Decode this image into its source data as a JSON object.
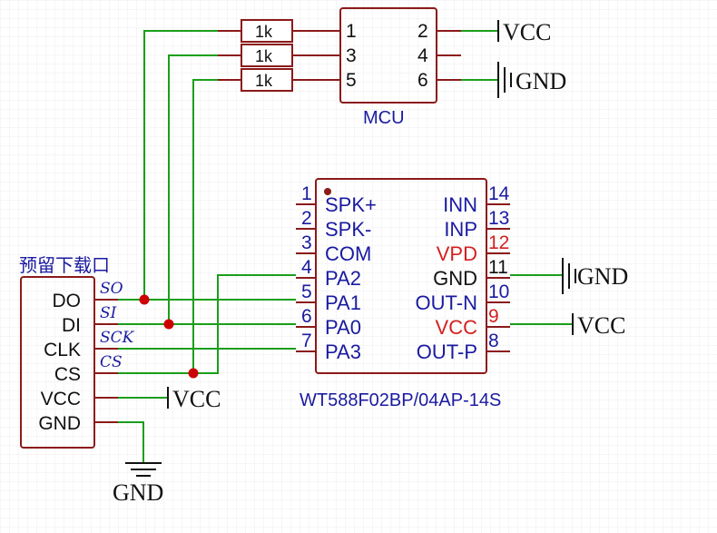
{
  "mcu": {
    "name": "MCU",
    "pins": [
      "1",
      "3",
      "5",
      "2",
      "4",
      "6"
    ]
  },
  "resistors": [
    "1k",
    "1k",
    "1k"
  ],
  "chip": {
    "name": "WT588F02BP/04AP-14S",
    "left_pins": [
      {
        "num": "1",
        "name": "SPK+"
      },
      {
        "num": "2",
        "name": "SPK-"
      },
      {
        "num": "3",
        "name": "COM"
      },
      {
        "num": "4",
        "name": "PA2"
      },
      {
        "num": "5",
        "name": "PA1"
      },
      {
        "num": "6",
        "name": "PA0"
      },
      {
        "num": "7",
        "name": "PA3"
      }
    ],
    "right_pins": [
      {
        "num": "14",
        "name": "INN"
      },
      {
        "num": "13",
        "name": "INP"
      },
      {
        "num": "12",
        "name": "VPD"
      },
      {
        "num": "11",
        "name": "GND"
      },
      {
        "num": "10",
        "name": "OUT-N"
      },
      {
        "num": "9",
        "name": "VCC"
      },
      {
        "num": "8",
        "name": "OUT-P"
      }
    ]
  },
  "connector": {
    "title": "预留下载口",
    "pins": [
      "DO",
      "DI",
      "CLK",
      "CS",
      "VCC",
      "GND"
    ]
  },
  "net_labels": [
    "SO",
    "SI",
    "SCK",
    "CS"
  ],
  "power": {
    "vcc": "VCC",
    "gnd": "GND"
  },
  "colors": {
    "wire": "#1a9e1a",
    "body": "#8b1a1a",
    "junction": "#cc0000",
    "pin_text": "#1a1aa0",
    "pin_alert": "#d42020"
  }
}
